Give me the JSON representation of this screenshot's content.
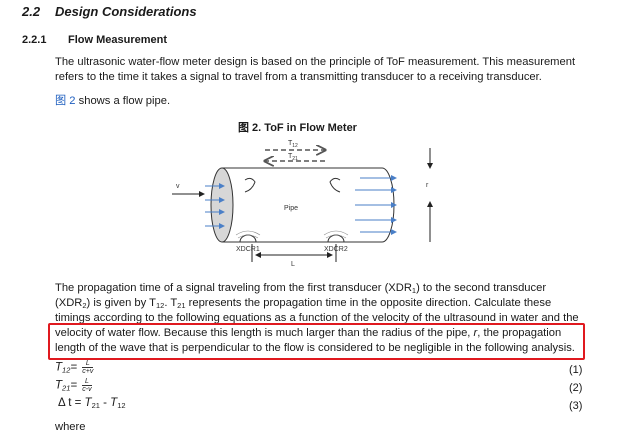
{
  "section": {
    "number": "2.2",
    "title": "Design Considerations"
  },
  "subsection": {
    "number": "2.2.1",
    "title": "Flow Measurement"
  },
  "para1": {
    "line1": "The ultrasonic water-flow meter design is based on the principle of ToF measurement. This measurement",
    "line2": "refers to the time it takes a signal to travel from a transmitting transducer to a receiving transducer."
  },
  "para2": {
    "link": "图 2",
    "rest": " shows a flow pipe."
  },
  "figure": {
    "title": "图 2. ToF in Flow Meter",
    "t12": "T",
    "t12_sub": "12",
    "t21": "T",
    "t21_sub": "21",
    "v_label": "v",
    "r_label": "r",
    "pipe_label": "Pipe",
    "xdcr1": "XDCR1",
    "xdcr2": "XDCR2",
    "l_label": "L"
  },
  "para3": {
    "l1a": "The propagation time of a signal traveling from the first transducer (XDR",
    "l1_sub": "1",
    "l1b": ") to the second transducer",
    "l2a": "(XDR",
    "l2_sub": "2",
    "l2b": ") is given by T",
    "l2_sub2": "12",
    "l2c": ". T",
    "l2_sub3": "21",
    "l2d": " represents the propagation time in the opposite direction. Calculate these",
    "l3": "timings according to the following equations as a function of the velocity of the ultrasound in water and the",
    "l4a": "velocity of water flow. Because this length is much larger than the radius of the pipe, ",
    "l4_r": "r",
    "l4b": ", the propagation",
    "l5": "length of the wave that is perpendicular to the flow is considered to be negligible in the following analysis."
  },
  "equations": [
    {
      "lhs": "T",
      "sub": "12",
      "eq": "=",
      "num": "L",
      "den": "c+v",
      "number": "(1)"
    },
    {
      "lhs": "T",
      "sub": "21",
      "eq": "=",
      "num": "L",
      "den": "c-v",
      "number": "(2)"
    },
    {
      "lhs": "Δ t",
      "rhs_a": "T",
      "rhs_a_sub": "21",
      "minus": " - ",
      "rhs_b": "T",
      "rhs_b_sub": "12",
      "number": "(3)"
    }
  ],
  "where": "where",
  "colors": {
    "highlight": "#e0191f",
    "link": "#1f5fbf",
    "arrow_blue": "#4a7fc7"
  }
}
